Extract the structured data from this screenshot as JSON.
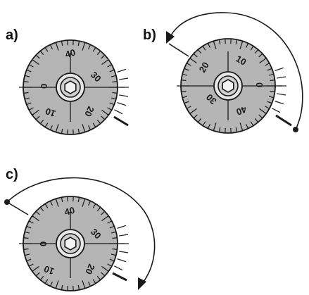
{
  "colors": {
    "dial_fill": "#b5b5b5",
    "stroke": "#1a1a1a",
    "background": "#ffffff"
  },
  "panels": [
    {
      "label": "a)",
      "numbers": [
        "40",
        "30",
        "20",
        "10",
        "0"
      ],
      "motion": "none"
    },
    {
      "label": "b)",
      "numbers": [
        "10",
        "20",
        "30",
        "40",
        "0"
      ],
      "motion": "counter-clockwise"
    },
    {
      "label": "c)",
      "numbers": [
        "40",
        "30",
        "20",
        "10",
        "0"
      ],
      "motion": "clockwise"
    }
  ],
  "icons": [
    "hex-socket-icon",
    "arc-arrow-icon"
  ]
}
